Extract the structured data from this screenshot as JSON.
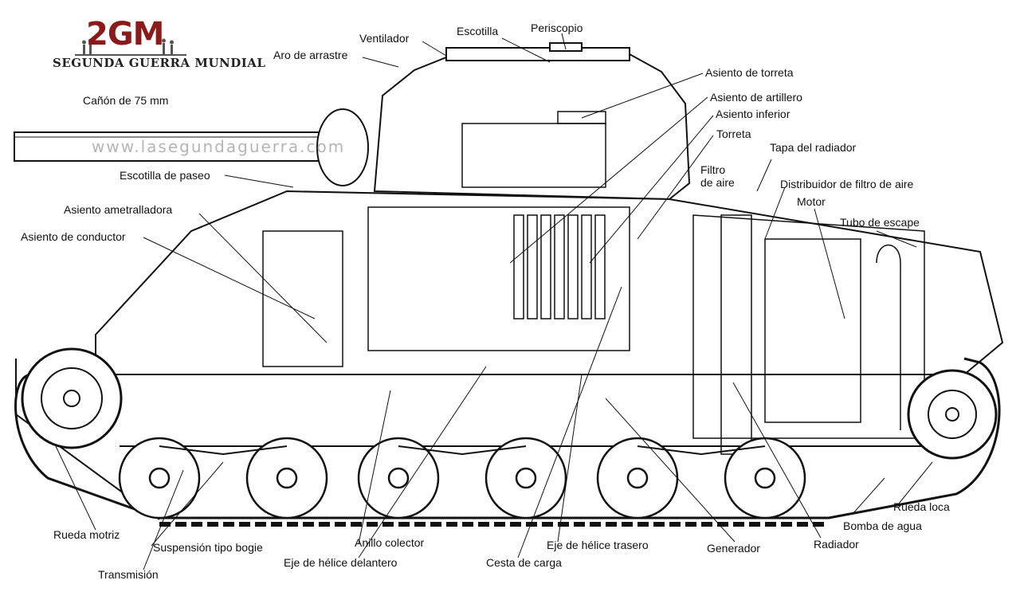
{
  "logo": {
    "number_text": "2GM",
    "subtitle": "SEGUNDA GUERRA MUNDIAL"
  },
  "watermark": "www.lasegundaguerra.com",
  "gun_caption": "Cañón de 75 mm",
  "labels": {
    "ventilador": "Ventilador",
    "escotilla": "Escotilla",
    "periscopio": "Periscopio",
    "aro_arrastre": "Aro de arrastre",
    "asiento_torreta": "Asiento de torreta",
    "asiento_artillero": "Asiento de artillero",
    "asiento_inferior": "Asiento inferior",
    "torreta": "Torreta",
    "tapa_radiador": "Tapa del radiador",
    "filtro_aire": "Filtro de aire",
    "distribuidor": "Distribuidor de filtro de aire",
    "motor": "Motor",
    "tubo_escape": "Tubo de escape",
    "escotilla_paseo": "Escotilla de paseo",
    "asiento_ametralladora": "Asiento ametralladora",
    "asiento_conductor": "Asiento de conductor",
    "rueda_loca": "Rueda loca",
    "bomba_agua": "Bomba de agua",
    "radiador": "Radiador",
    "generador": "Generador",
    "eje_trasero": "Eje de hélice trasero",
    "cesta_carga": "Cesta de carga",
    "eje_delantero": "Eje de hélice delantero",
    "anillo_colector": "Anillo colector",
    "suspension": "Suspensión tipo bogie",
    "rueda_motriz": "Rueda motriz",
    "transmision": "Transmisión"
  }
}
